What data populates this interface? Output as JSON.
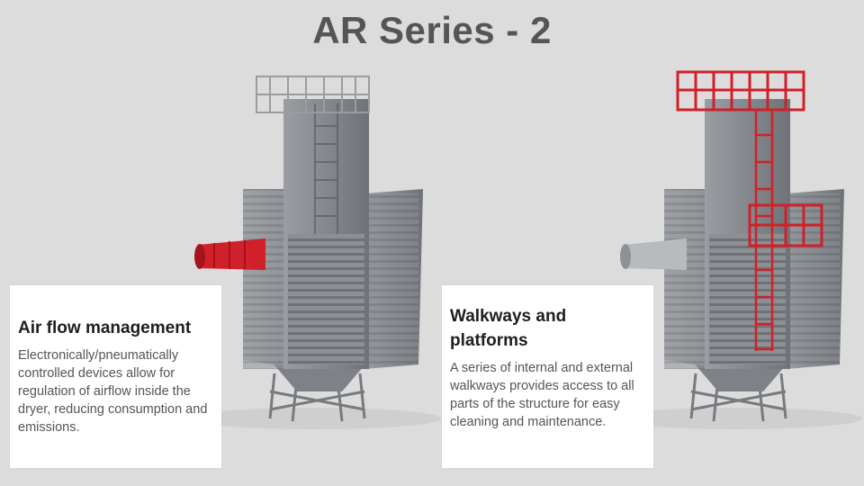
{
  "slide": {
    "title": "AR Series - 2"
  },
  "cards": {
    "left": {
      "heading": "Air flow management",
      "body": "Electronically/pneumatically controlled devices allow for regulation of airflow inside the dryer, reducing consumption and emissions."
    },
    "right": {
      "heading": "Walkways and platforms",
      "body": "A series of internal and external walkways provides access to all parts of the structure for easy cleaning and maintenance."
    }
  },
  "colors": {
    "background": "#dcdcdc",
    "title": "#555555",
    "highlight_red": "#d0202a",
    "structure_gray": "#8e9296"
  },
  "images": {
    "left": "dryer-tower-airflow-highlight",
    "right": "dryer-tower-walkways-highlight"
  }
}
